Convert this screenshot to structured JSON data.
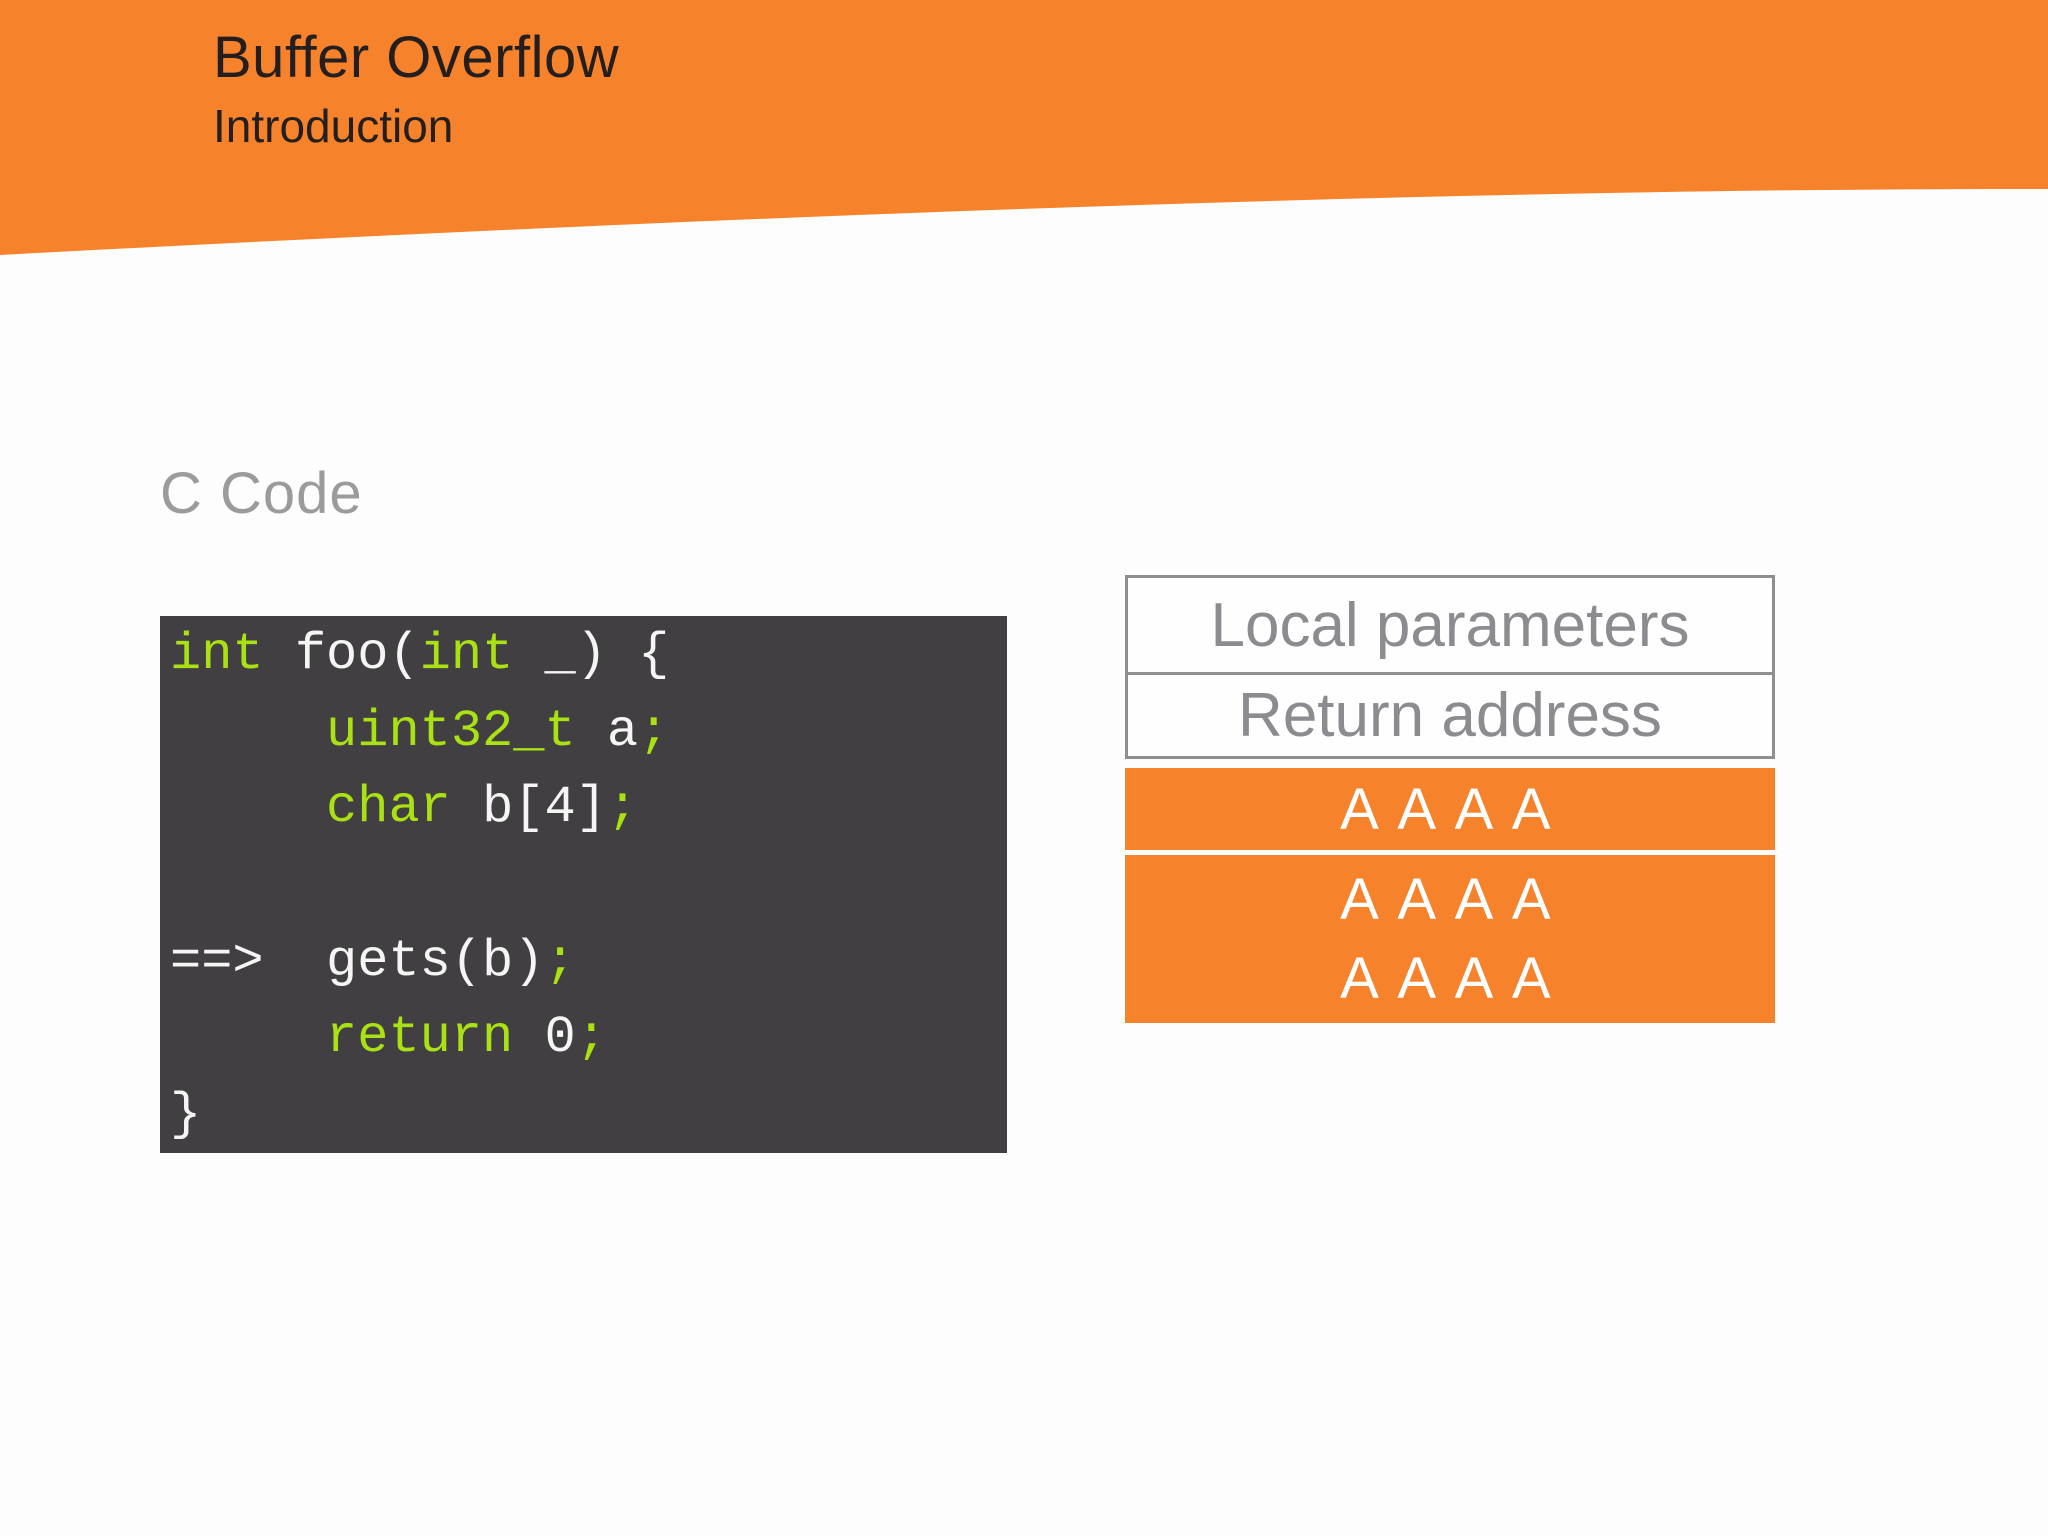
{
  "slide": {
    "title": "Buffer Overflow",
    "subtitle": "Introduction",
    "section_label": "C Code"
  },
  "colors": {
    "orange": "#f6822b",
    "heading_dark": "#241f1e",
    "section_gray": "#9b9b9b",
    "code_bg": "#423f42",
    "code_white": "#f5f5f5",
    "code_green": "#a9e112",
    "label_gray": "#8c8c90",
    "border_gray": "#8f8f8f",
    "box_text_white": "#ffffff",
    "slide_bg": "#fdfdfd"
  },
  "code": {
    "lines": [
      {
        "segments": [
          {
            "text": "int",
            "color": "green"
          },
          {
            "text": " foo(",
            "color": "white"
          },
          {
            "text": "int",
            "color": "green"
          },
          {
            "text": " _) {",
            "color": "white"
          }
        ]
      },
      {
        "segments": [
          {
            "text": "     ",
            "color": "white"
          },
          {
            "text": "uint32_t",
            "color": "green"
          },
          {
            "text": " a",
            "color": "white"
          },
          {
            "text": ";",
            "color": "green"
          }
        ]
      },
      {
        "segments": [
          {
            "text": "     ",
            "color": "white"
          },
          {
            "text": "char",
            "color": "green"
          },
          {
            "text": " b[4]",
            "color": "white"
          },
          {
            "text": ";",
            "color": "green"
          }
        ]
      },
      {
        "segments": []
      },
      {
        "segments": [
          {
            "text": "==>  gets(b)",
            "color": "white"
          },
          {
            "text": ";",
            "color": "green"
          }
        ]
      },
      {
        "segments": [
          {
            "text": "     ",
            "color": "white"
          },
          {
            "text": "return",
            "color": "green"
          },
          {
            "text": " 0",
            "color": "white"
          },
          {
            "text": ";",
            "color": "green"
          }
        ]
      },
      {
        "segments": [
          {
            "text": "}",
            "color": "white"
          }
        ]
      }
    ]
  },
  "stack": {
    "boxes": [
      {
        "style": "plain",
        "label": "Local parameters"
      },
      {
        "style": "plain",
        "label": "Return address"
      },
      {
        "style": "filled",
        "lines": [
          "AAAA"
        ]
      },
      {
        "style": "filled",
        "lines": [
          "AAAA",
          "AAAA"
        ]
      }
    ]
  }
}
